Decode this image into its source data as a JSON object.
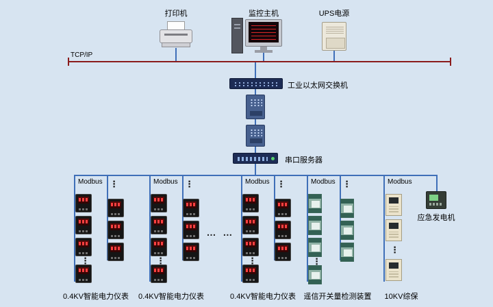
{
  "colors": {
    "background": "#d7e4f1",
    "tcp_bus_line": "#8b1b1b",
    "network_line": "#3f6fb8"
  },
  "top_devices": {
    "printer": {
      "label": "打印机"
    },
    "monitor_host": {
      "label": "监控主机"
    },
    "ups": {
      "label": "UPS电源"
    }
  },
  "tcp_bus": {
    "label": "TCP/IP"
  },
  "ethernet_switch": {
    "label": "工业以太网交换机"
  },
  "serial_server": {
    "label": "串口服务器"
  },
  "branches": [
    {
      "protocol": "Modbus",
      "caption": "0.4KV智能电力仪表",
      "device_type": "smart-power-meter",
      "visible_devices": 7
    },
    {
      "protocol": "Modbus",
      "caption": "0.4KV智能电力仪表",
      "device_type": "smart-power-meter",
      "visible_devices": 7
    },
    {
      "protocol": "Modbus",
      "caption": "0.4KV智能电力仪表",
      "device_type": "smart-power-meter",
      "visible_devices": 7
    },
    {
      "protocol": "Modbus",
      "caption": "遥信开关量检测装置",
      "device_type": "remote-signal-module",
      "visible_devices": 7
    },
    {
      "protocol": "Modbus",
      "caption": "10KV综保",
      "device_type": "protection-relay",
      "visible_devices": 3
    }
  ],
  "generator": {
    "label": "应急发电机"
  },
  "ellipsis": {
    "horizontal": "… …",
    "vertical": "⋮"
  }
}
